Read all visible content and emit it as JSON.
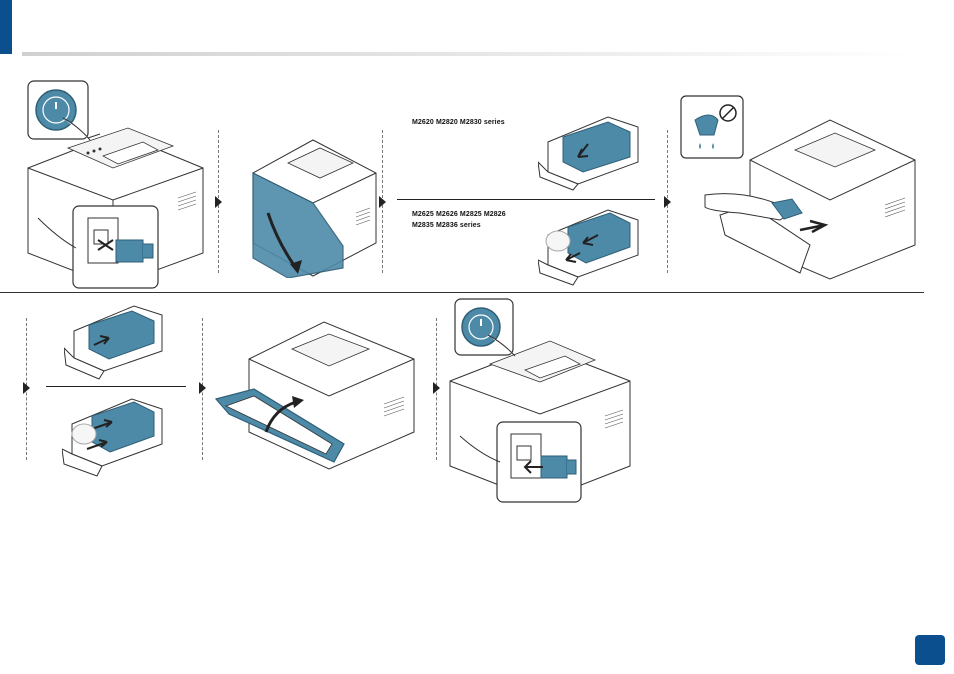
{
  "header": {
    "accent_color": "#0b4f8f"
  },
  "labels": {
    "series_a": "M2620 M2820 M2830 series",
    "series_b_line1": "M2625 M2626 M2825 M2826",
    "series_b_line2": "M2835 M2836  series"
  },
  "colors": {
    "accent_blue": "#4d8aa8",
    "line": "#333333"
  },
  "steps": [
    {
      "id": 1,
      "content": "power-off-unplug"
    },
    {
      "id": 2,
      "content": "open-front-cover"
    },
    {
      "id": 3,
      "content": "remove-toner-cartridge"
    },
    {
      "id": 4,
      "content": "clean-inside-dry-cloth"
    },
    {
      "id": 5,
      "content": "reinsert-toner-cartridge"
    },
    {
      "id": 6,
      "content": "close-front-cover"
    },
    {
      "id": 7,
      "content": "plug-in-power-on"
    }
  ],
  "icons": [
    "power-button-icon",
    "no-water-icon",
    "rotation-arrow-icon",
    "push-arrow-icon"
  ]
}
